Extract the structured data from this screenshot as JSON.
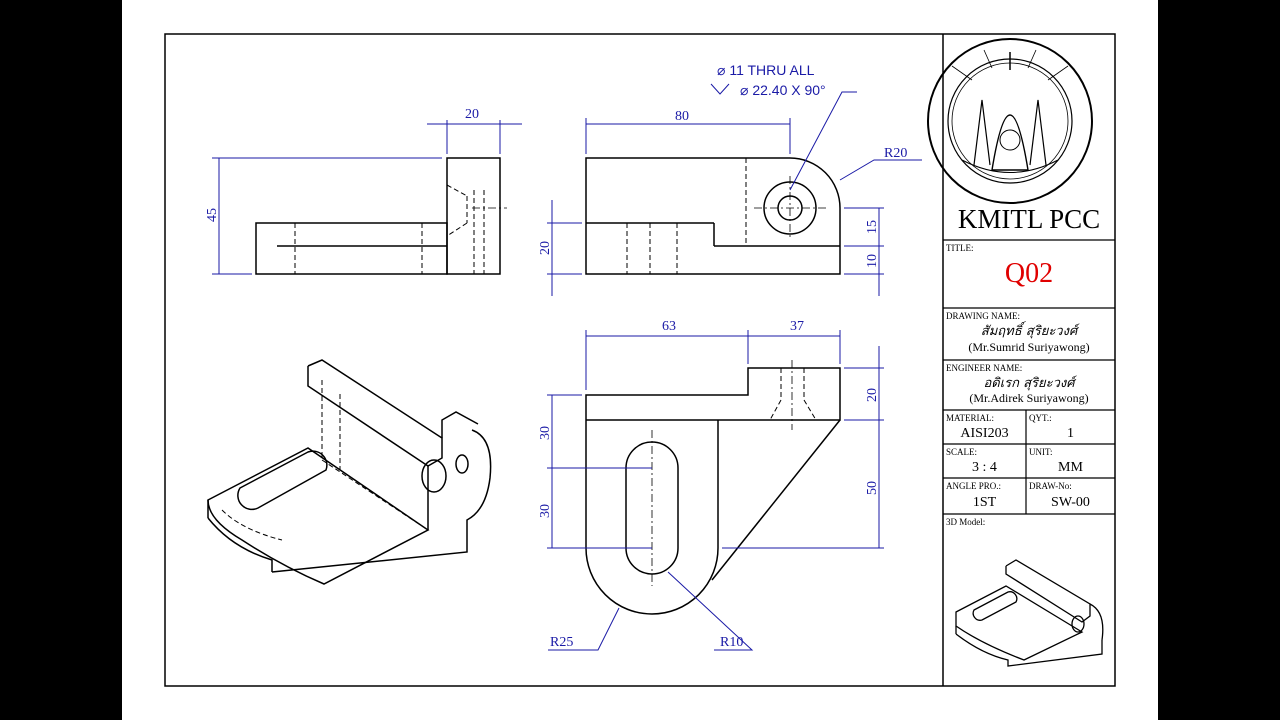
{
  "titleblock": {
    "school": "KMITL PCC",
    "title_label": "TITLE:",
    "title": "Q02",
    "drawing_name_label": "DRAWING NAME:",
    "drawing_name_thai": "สัมฤทธิ์ สุริยะวงศ์",
    "drawing_name": "(Mr.Sumrid Suriyawong)",
    "engineer_name_label": "ENGINEER NAME:",
    "engineer_name_thai": "อดิเรก สุริยะวงศ์",
    "engineer_name": "(Mr.Adirek Suriyawong)",
    "material_label": "MATERIAL:",
    "material": "AISI203",
    "qty_label": "QYT.:",
    "qty": "1",
    "scale_label": "SCALE:",
    "scale": "3 : 4",
    "unit_label": "UNIT:",
    "unit": "MM",
    "angle_label": "ANGLE PRO.:",
    "angle": "1ST",
    "drawno_label": "DRAW-No:",
    "drawno": "SW-00",
    "model_label": "3D Model:"
  },
  "dimensions": {
    "side_width": "20",
    "side_height": "45",
    "front_length": "80",
    "front_radius": "R20",
    "front_base": "20",
    "front_15": "15",
    "front_10": "10",
    "hole_note_1": "⌀ 11 THRU ALL",
    "hole_note_2": "⌀ 22.40 X 90°",
    "top_63": "63",
    "top_37": "37",
    "top_20": "20",
    "top_30a": "30",
    "top_30b": "30",
    "top_50": "50",
    "top_r25": "R25",
    "top_r10": "R10"
  },
  "colors": {
    "dimension": "#1a1aa6",
    "title": "#e00000",
    "line": "#000000"
  }
}
